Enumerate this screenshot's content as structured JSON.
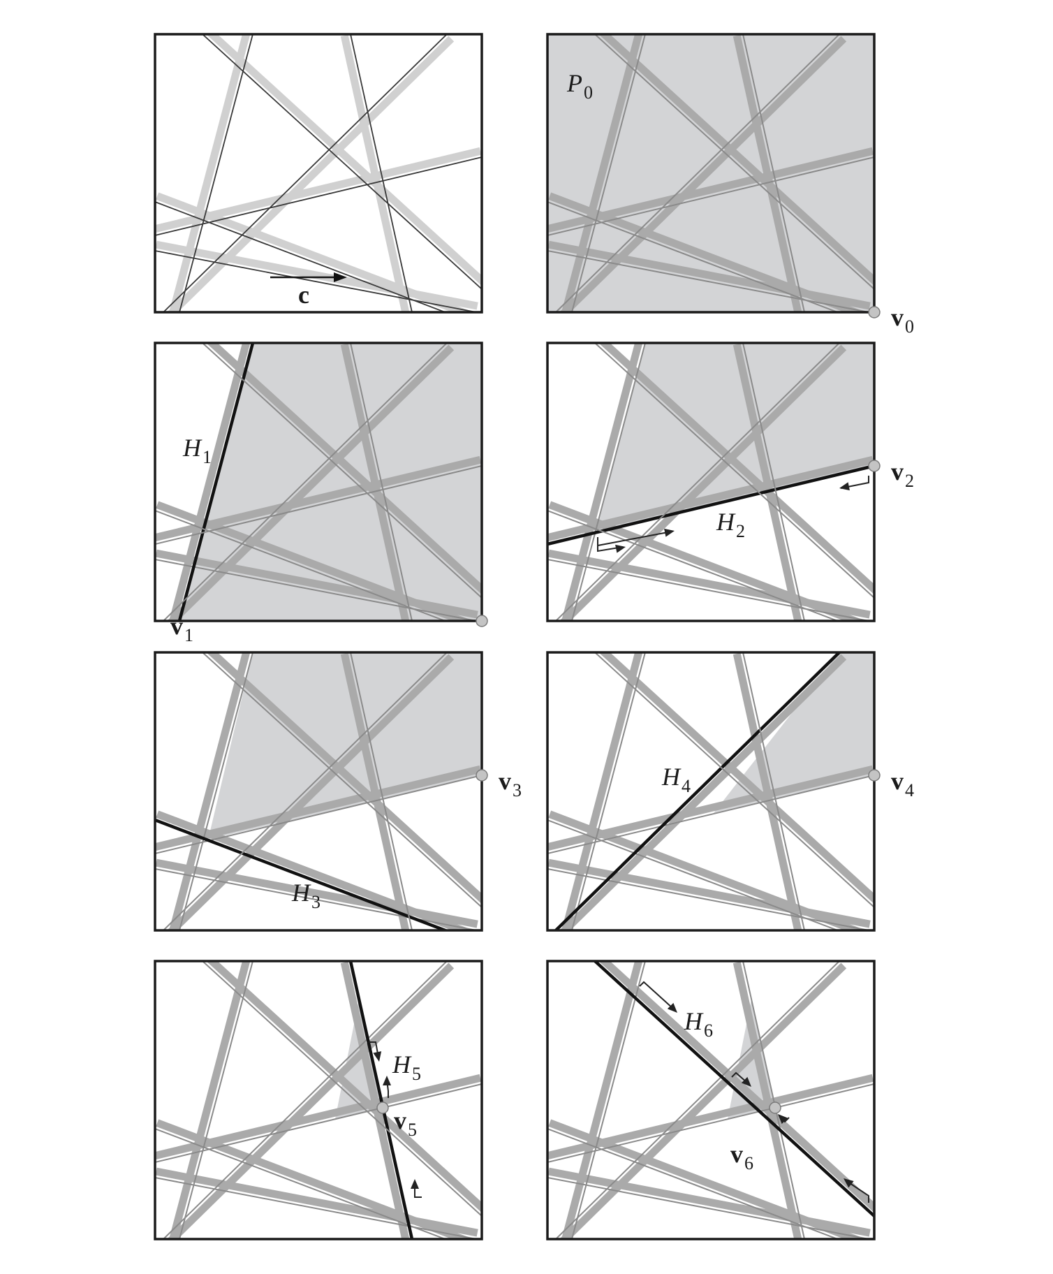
{
  "colors": {
    "region_fill": "#d3d4d6",
    "halo_light": "#d0d0d0",
    "halo_dark": "#aaaaaa",
    "thin_line": "#383838",
    "frame": "#1a1a1a",
    "vertex_fill": "#c4c4c4",
    "vertex_stroke": "#7a7a7a"
  },
  "icons": [
    "vertex-point-icon",
    "direction-arrow-icon",
    "halfplane-side-arrow-icon"
  ],
  "panels": [
    {
      "id": "p1",
      "labels": [
        {
          "id": "c",
          "text": "c"
        }
      ]
    },
    {
      "id": "p2",
      "labels": [
        {
          "id": "P0",
          "text": "P",
          "sub": "0"
        },
        {
          "id": "v0",
          "text": "v",
          "sub": "0"
        }
      ]
    },
    {
      "id": "p3",
      "labels": [
        {
          "id": "H1",
          "text": "H",
          "sub": "1"
        },
        {
          "id": "v1",
          "text": "v",
          "sub": "1"
        }
      ]
    },
    {
      "id": "p4",
      "labels": [
        {
          "id": "H2",
          "text": "H",
          "sub": "2"
        },
        {
          "id": "v2",
          "text": "v",
          "sub": "2"
        }
      ]
    },
    {
      "id": "p5",
      "labels": [
        {
          "id": "H3",
          "text": "H",
          "sub": "3"
        },
        {
          "id": "v3",
          "text": "v",
          "sub": "3"
        }
      ]
    },
    {
      "id": "p6",
      "labels": [
        {
          "id": "H4",
          "text": "H",
          "sub": "4"
        },
        {
          "id": "v4",
          "text": "v",
          "sub": "4"
        }
      ]
    },
    {
      "id": "p7",
      "labels": [
        {
          "id": "H5",
          "text": "H",
          "sub": "5"
        },
        {
          "id": "v5",
          "text": "v",
          "sub": "5"
        }
      ]
    },
    {
      "id": "p8",
      "labels": [
        {
          "id": "H6",
          "text": "H",
          "sub": "6"
        },
        {
          "id": "v6",
          "text": "v",
          "sub": "6"
        }
      ]
    }
  ]
}
